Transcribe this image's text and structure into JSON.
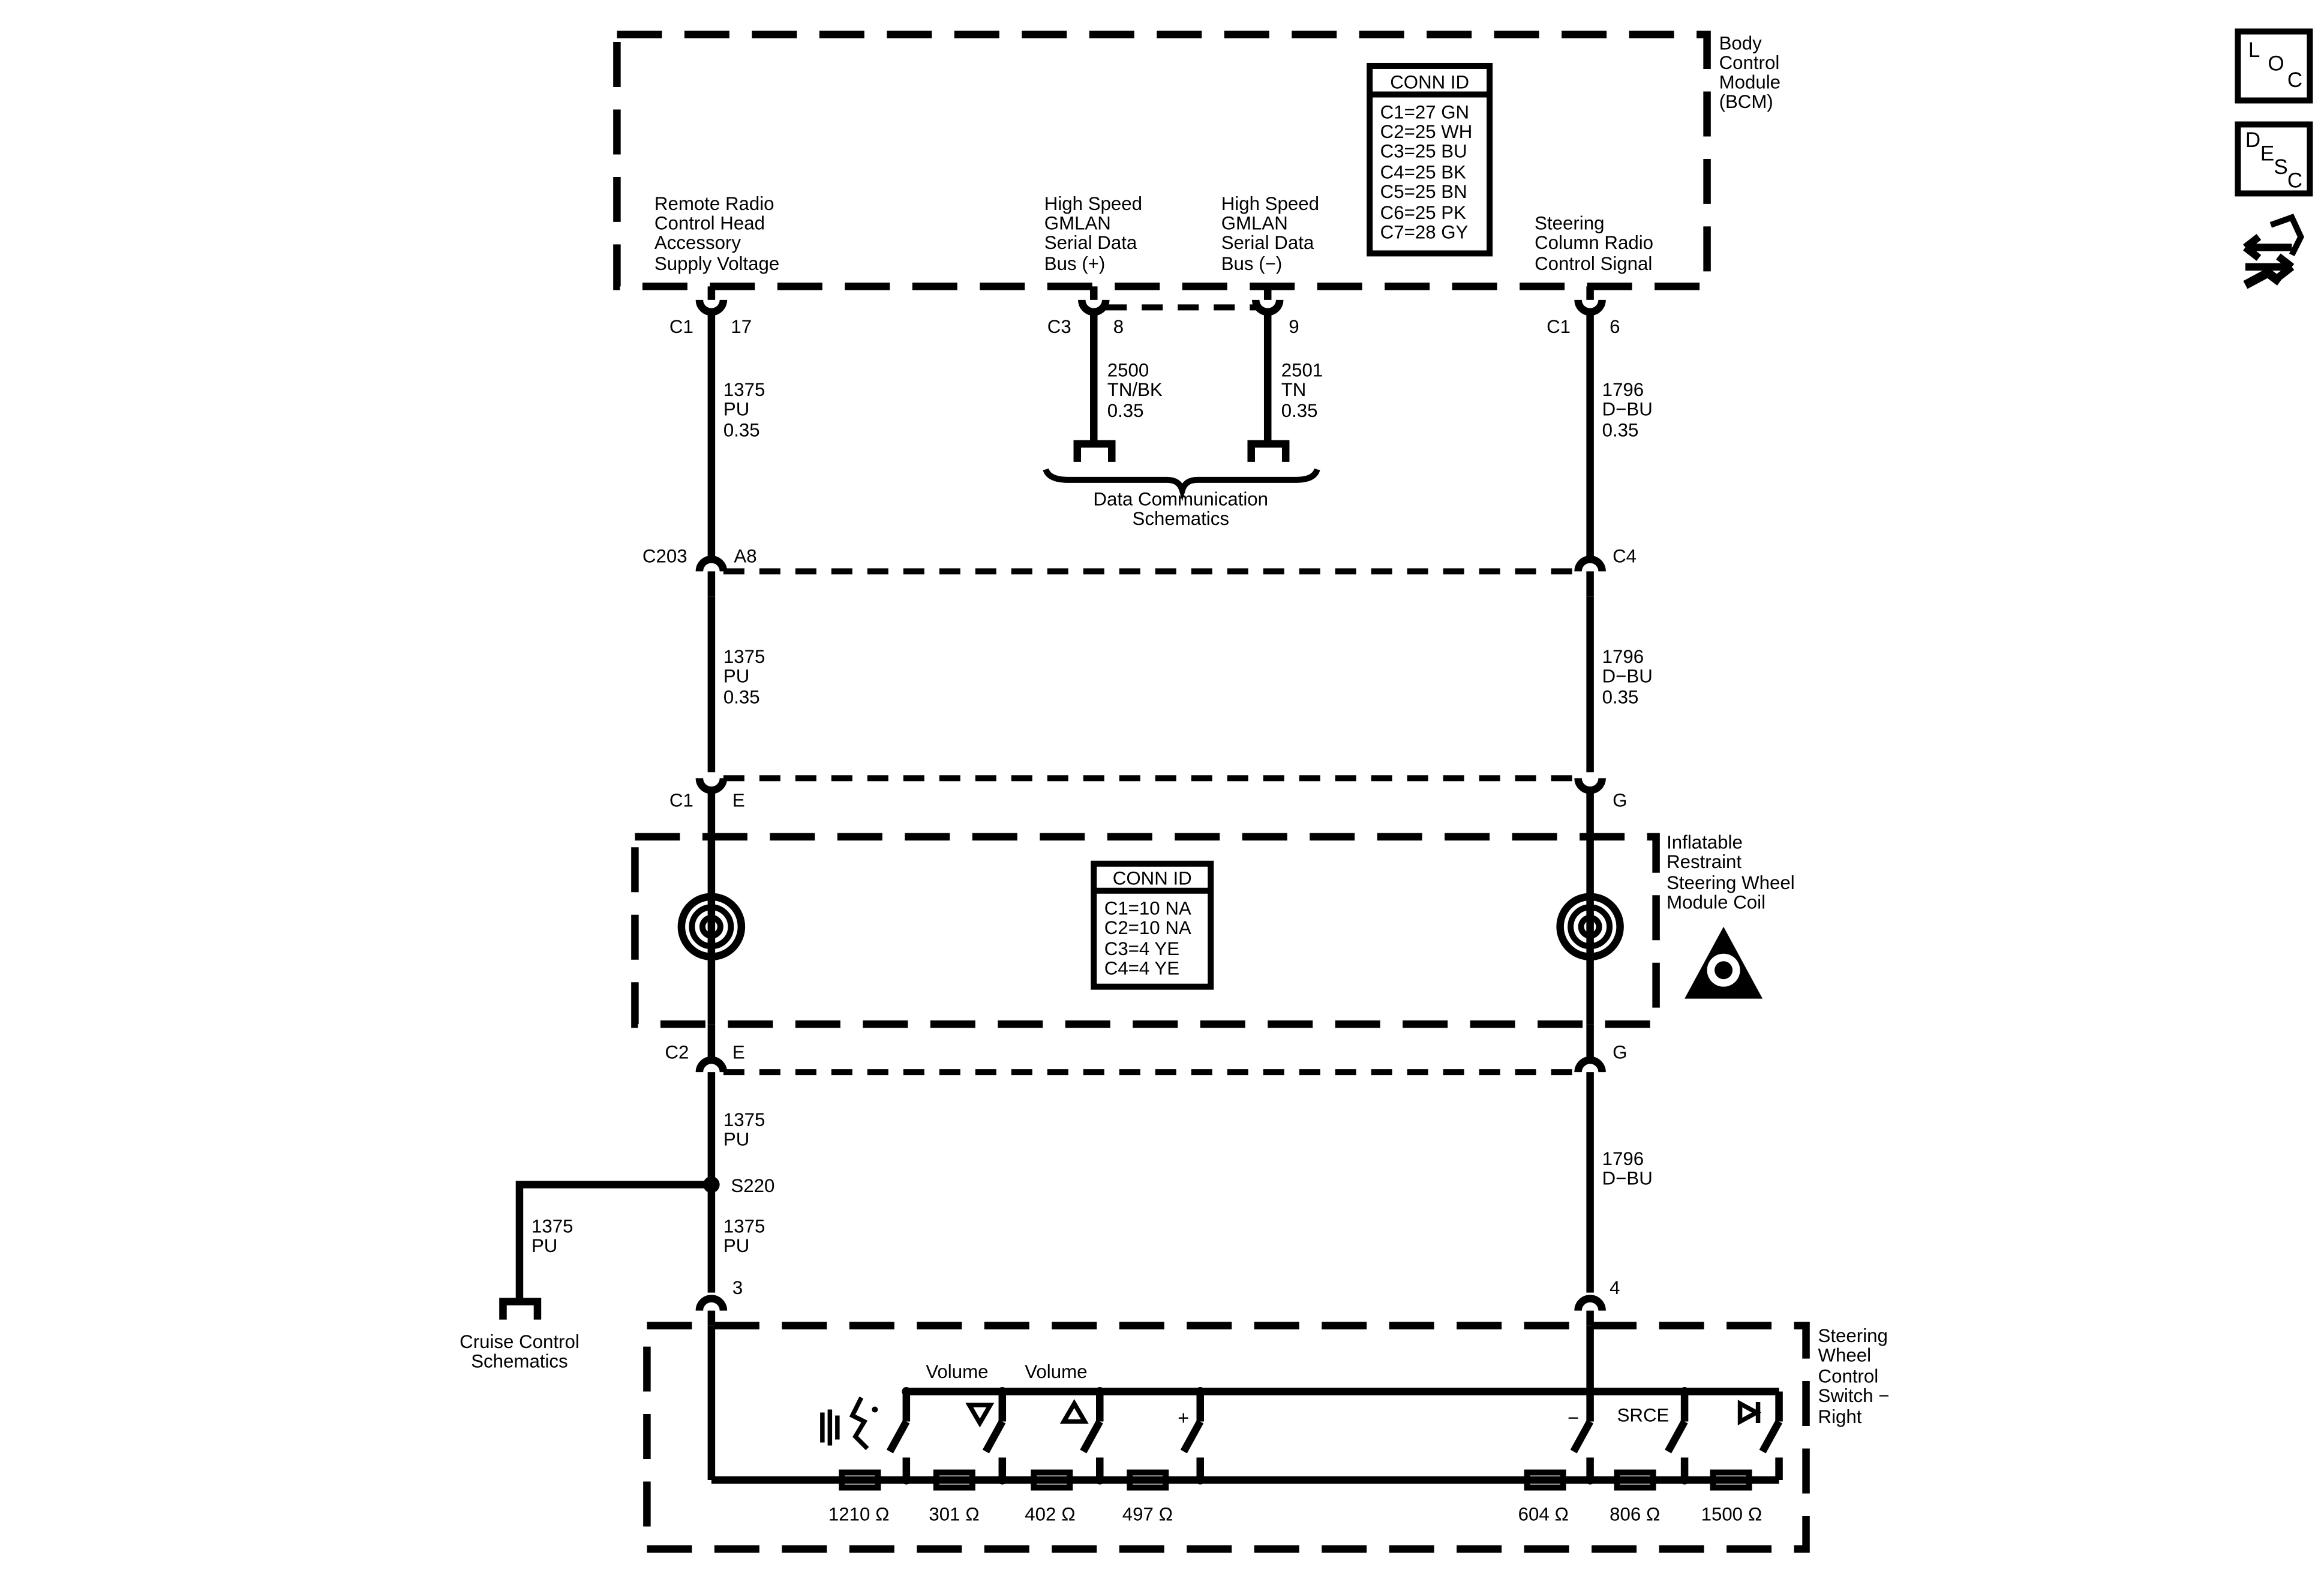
{
  "icons": {
    "loc": [
      "L",
      "O",
      "C"
    ],
    "desc": [
      "D",
      "E",
      "S",
      "C"
    ]
  },
  "bcm": {
    "title": [
      "Body",
      "Control",
      "Module",
      "(BCM)"
    ],
    "conn_id": {
      "header": "CONN ID",
      "rows": [
        "C1=27 GN",
        "C2=25 WH",
        "C3=25 BU",
        "C4=25 BK",
        "C5=25 BN",
        "C6=25 PK",
        "C7=28 GY"
      ]
    },
    "signals": {
      "remote": [
        "Remote Radio",
        "Control Head",
        "Accessory",
        "Supply Voltage"
      ],
      "hs_plus": [
        "High Speed",
        "GMLAN",
        "Serial Data",
        "Bus (+)"
      ],
      "hs_minus": [
        "High Speed",
        "GMLAN",
        "Serial Data",
        "Bus (−)"
      ],
      "steering": [
        "Steering",
        "Column Radio",
        "Control Signal"
      ]
    },
    "pins": {
      "c1": "C1",
      "p17": "17",
      "c3": "C3",
      "p8": "8",
      "p9": "9",
      "c1r": "C1",
      "p6": "6"
    }
  },
  "wires": {
    "w1375": [
      "1375",
      "PU",
      "0.35"
    ],
    "w2500": [
      "2500",
      "TN/BK",
      "0.35"
    ],
    "w2501": [
      "2501",
      "TN",
      "0.35"
    ],
    "w1796": [
      "1796",
      "D−BU",
      "0.35"
    ],
    "w1375b": [
      "1375",
      "PU",
      "0.35"
    ],
    "w1796b": [
      "1796",
      "D−BU",
      "0.35"
    ],
    "w1375c": [
      "1375",
      "PU"
    ],
    "w1796c": [
      "1796",
      "D−BU"
    ],
    "w1375d": [
      "1375",
      "PU"
    ],
    "w1375e": [
      "1375",
      "PU"
    ]
  },
  "data_comm": [
    "Data Communication",
    "Schematics"
  ],
  "connectors": {
    "c203": "C203",
    "a8": "A8",
    "c4": "C4",
    "c1": "C1",
    "e1": "E",
    "g1": "G",
    "c2": "C2",
    "e2": "E",
    "g2": "G",
    "s220": "S220",
    "p3": "3",
    "p4": "4"
  },
  "coil": {
    "title": [
      "Inflatable",
      "Restraint",
      "Steering Wheel",
      "Module Coil"
    ],
    "conn_id": {
      "header": "CONN ID",
      "rows": [
        "C1=10 NA",
        "C2=10 NA",
        "C3=4 YE",
        "C4=4 YE"
      ]
    }
  },
  "cruise": [
    "Cruise Control",
    "Schematics"
  ],
  "switch": {
    "title": [
      "Steering",
      "Wheel",
      "Control",
      "Switch −",
      "Right"
    ],
    "labels": {
      "vol1": "Volume",
      "vol2": "Volume",
      "plus": "+",
      "minus": "−",
      "srce": "SRCE"
    },
    "resistors": [
      "1210 Ω",
      "301 Ω",
      "402 Ω",
      "497 Ω",
      "604 Ω",
      "806 Ω",
      "1500 Ω"
    ]
  }
}
